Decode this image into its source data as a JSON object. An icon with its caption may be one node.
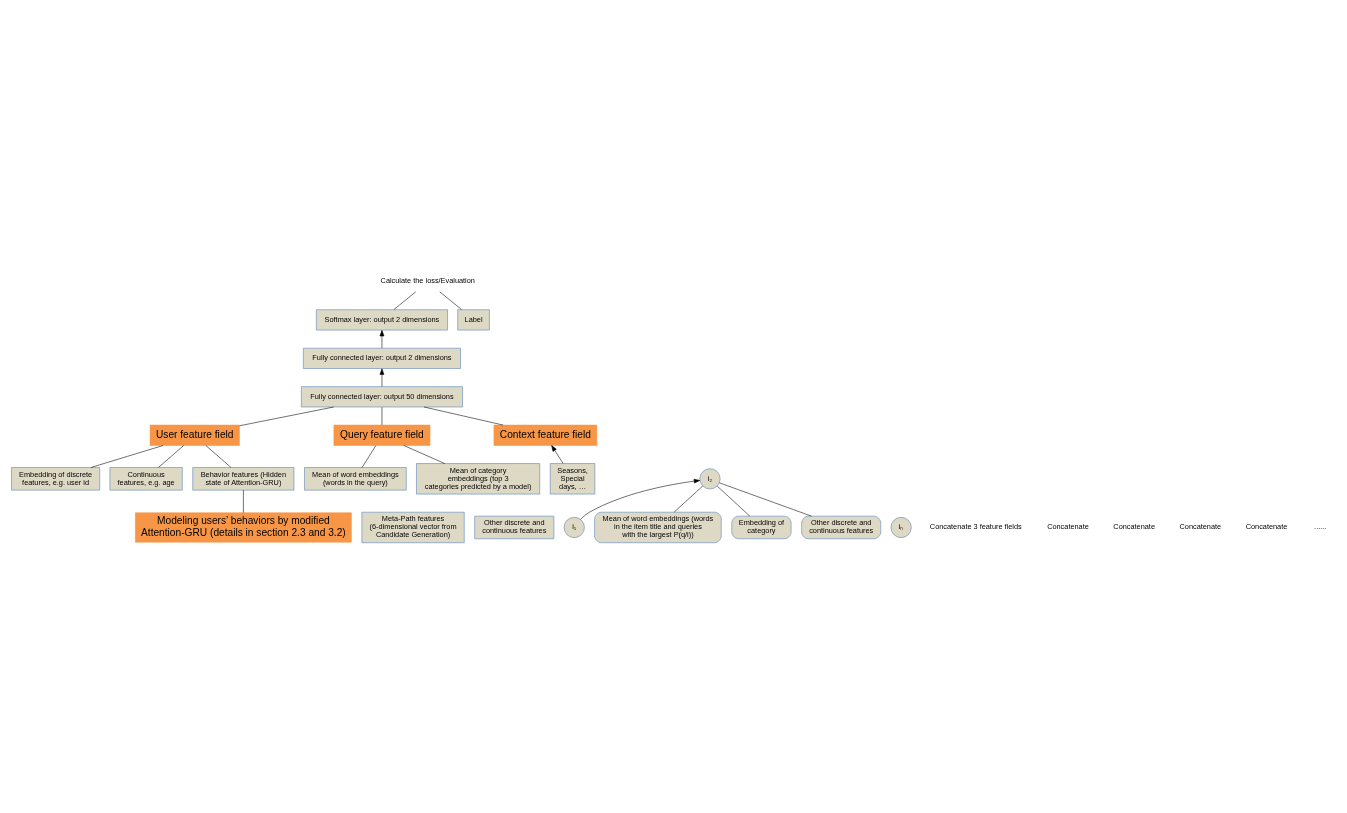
{
  "diagram": {
    "nodes": [
      {
        "text": [
          "Calculate the loss/Evaluation"
        ]
      },
      {
        "text": [
          "Softmax layer: output 2 dimensions"
        ]
      },
      {
        "text": [
          "Label"
        ]
      },
      {
        "text": [
          "Fully connected layer: output 2 dimensions"
        ]
      },
      {
        "text": [
          "Fully connected layer: output 50 dimensions"
        ]
      },
      {
        "text": [
          "User feature field"
        ]
      },
      {
        "text": [
          "Query feature field"
        ]
      },
      {
        "text": [
          "Context feature field"
        ]
      },
      {
        "text": [
          "Embedding of discrete features, e.g. user id"
        ]
      },
      {
        "text": [
          "Continuous features, e.g. age"
        ]
      },
      {
        "text": [
          "Behavior features (Hidden state of Attention-GRU)"
        ]
      },
      {
        "text": [
          "Mean of word embeddings (words in the query)"
        ]
      },
      {
        "text": [
          "Mean of category embeddings (top 3 categories predicted by a model)"
        ]
      },
      {
        "text": [
          "Meta-Path features (6-dimensional vector from Candidate Generation)"
        ]
      },
      {
        "text": [
          "Other discrete and continuous features"
        ]
      },
      {
        "text": [
          "Seasons, Special days, …"
        ]
      },
      {
        "text": [
          "Modeling users’ behaviors by modified Attention-GRU (details in section 2.3 and 3.2)"
        ]
      },
      {
        "text": [
          "i₁"
        ]
      },
      {
        "text": [
          "i₂"
        ]
      },
      {
        "text": [
          "iₙ"
        ]
      },
      {
        "text": [
          "Mean of word embeddings (words in the item title and queries with the largest P(q/i))"
        ]
      },
      {
        "text": [
          "Embedding of category"
        ]
      },
      {
        "text": [
          "Other discrete and continuous features"
        ]
      }
    ],
    "edges": [
      {
        "from": 1,
        "to": 0,
        "arrow": "none"
      },
      {
        "from": 2,
        "to": 0,
        "arrow": "none"
      },
      {
        "from": 3,
        "to": 1,
        "arrow": "to"
      },
      {
        "from": 4,
        "to": 3,
        "arrow": "to"
      },
      {
        "from": 5,
        "to": 4,
        "arrow": "none"
      },
      {
        "from": 6,
        "to": 4,
        "arrow": "none"
      },
      {
        "from": 7,
        "to": 4,
        "arrow": "none"
      },
      {
        "from": 8,
        "to": 5,
        "arrow": "none"
      },
      {
        "from": 9,
        "to": 5,
        "arrow": "none"
      },
      {
        "from": 10,
        "to": 5,
        "arrow": "none"
      },
      {
        "from": 11,
        "to": 6,
        "arrow": "none"
      },
      {
        "from": 12,
        "to": 6,
        "arrow": "none"
      },
      {
        "from": 15,
        "to": 7,
        "arrow": "to"
      },
      {
        "from": 16,
        "to": 10,
        "arrow": "none"
      },
      {
        "from": 17,
        "to": 18,
        "arrow": "to"
      },
      {
        "from": 20,
        "to": 18,
        "arrow": "none"
      },
      {
        "from": 21,
        "to": 18,
        "arrow": "none"
      },
      {
        "from": 22,
        "to": 18,
        "arrow": "none"
      }
    ],
    "labels": [
      "Concatenate 3 feature fields",
      "Concatenate",
      "Concatenate",
      "Concatenate",
      "Concatenate",
      "......"
    ]
  }
}
